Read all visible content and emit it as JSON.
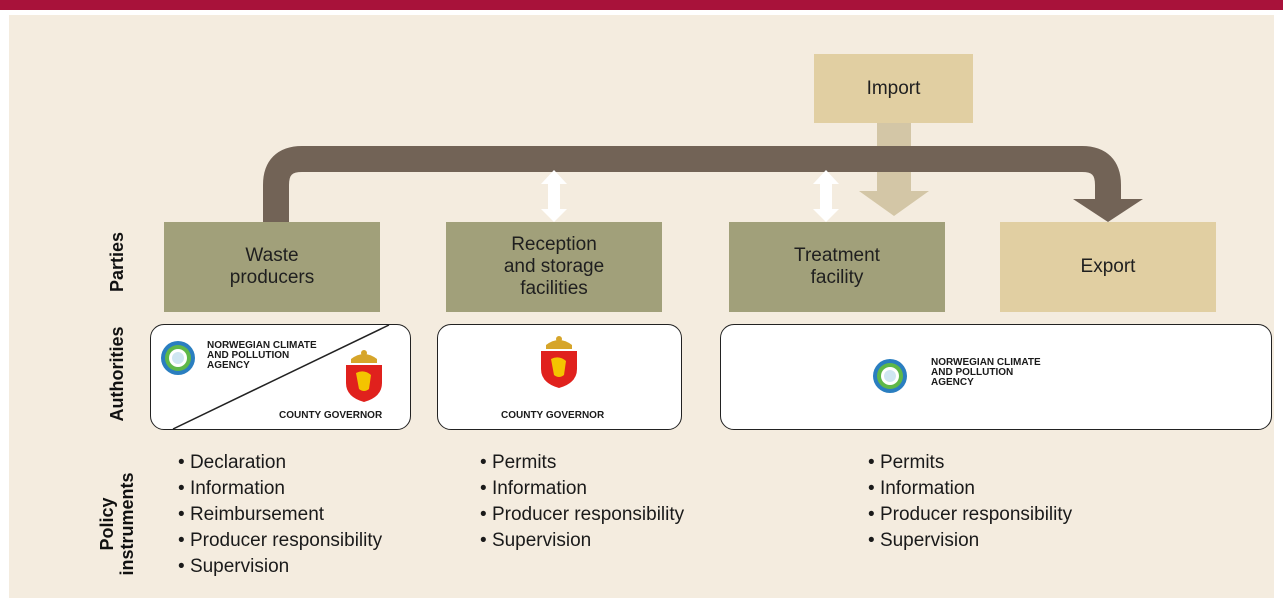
{
  "colors": {
    "header_bar": "#a8123a",
    "panel_bg": "#f4ecdf",
    "party_box": "#a1a07a",
    "external_box": "#e1cfa2",
    "flow_arrow": "#726356",
    "import_arrow": "#d3c6a6",
    "exchange_arrow": "#ffffff"
  },
  "row_labels": {
    "parties": "Parties",
    "authorities": "Authorities",
    "policy_line1": "Policy",
    "policy_line2": "instruments"
  },
  "boxes": {
    "import": "Import",
    "waste_producers": "Waste\nproducers",
    "reception": "Reception\nand storage\nfacilities",
    "treatment": "Treatment\nfacility",
    "export": "Export"
  },
  "authorities": {
    "agency_name": "NORWEGIAN CLIMATE\nAND POLLUTION\nAGENCY",
    "county_governor": "COUNTY GOVERNOR",
    "logos": [
      "agency-logo-icon",
      "coat-of-arms-icon"
    ]
  },
  "policy_instruments": {
    "waste_producers": [
      "Declaration",
      "Information",
      "Reimbursement",
      "Producer responsibility",
      "Supervision"
    ],
    "reception": [
      "Permits",
      "Information",
      "Producer responsibility",
      "Supervision"
    ],
    "treatment": [
      "Permits",
      "Information",
      "Producer responsibility",
      "Supervision"
    ]
  }
}
